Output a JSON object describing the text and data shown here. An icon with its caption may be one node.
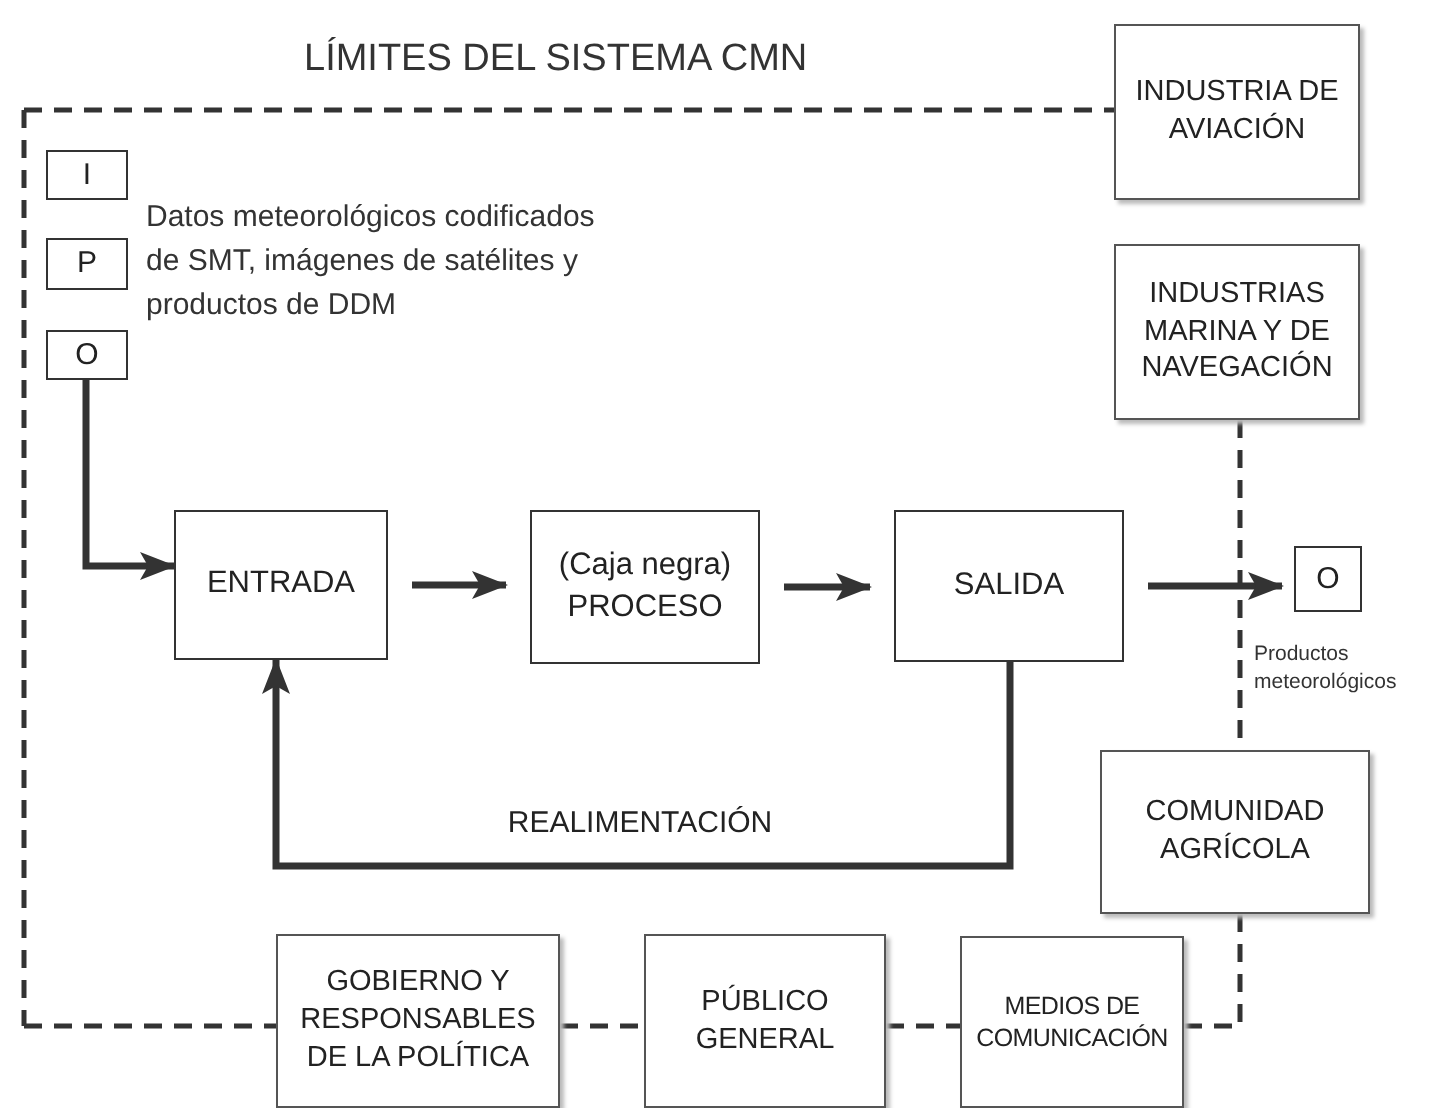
{
  "diagram": {
    "nodes": [
      {
        "text": [
          "LÍMITES DEL SISTEMA CMN"
        ]
      },
      {
        "text": [
          "I"
        ],
        "in": 0
      },
      {
        "text": [
          "P"
        ],
        "in": 0
      },
      {
        "text": [
          "O"
        ],
        "in": 0
      },
      {
        "text": [
          "ENTRADA"
        ],
        "in": 0
      },
      {
        "text": [
          "(Caja negra) PROCESO"
        ],
        "in": 0
      },
      {
        "text": [
          "SALIDA"
        ],
        "in": 0
      },
      {
        "text": [
          "O"
        ],
        "beside": [
          "Productos meteorológicos"
        ]
      },
      {
        "text": [
          "INDUSTRIA DE AVIACIÓN"
        ]
      },
      {
        "text": [
          "INDUSTRIAS MARINA Y DE NAVEGACIÓN"
        ]
      },
      {
        "text": [
          "COMUNIDAD AGRÍCOLA"
        ]
      },
      {
        "text": [
          "GOBIERNO Y RESPONSABLES DE LA POLÍTICA"
        ]
      },
      {
        "text": [
          "PÚBLICO GENERAL"
        ]
      },
      {
        "text": [
          "MEDIOS DE COMUNICACIÓN"
        ]
      }
    ],
    "edges": [
      {
        "from": 3,
        "to": 4,
        "arrow": "to"
      },
      {
        "from": 4,
        "to": 5,
        "arrow": "to"
      },
      {
        "from": 5,
        "to": 6,
        "arrow": "to"
      },
      {
        "from": 6,
        "to": 7,
        "arrow": "to"
      },
      {
        "from": 6,
        "to": 4,
        "arrow": "to",
        "label": "REALIMENTACIÓN"
      }
    ],
    "labels": [
      "Datos meteorológicos codificados de SMT, imágenes de satélites y productos de DDM"
    ]
  }
}
